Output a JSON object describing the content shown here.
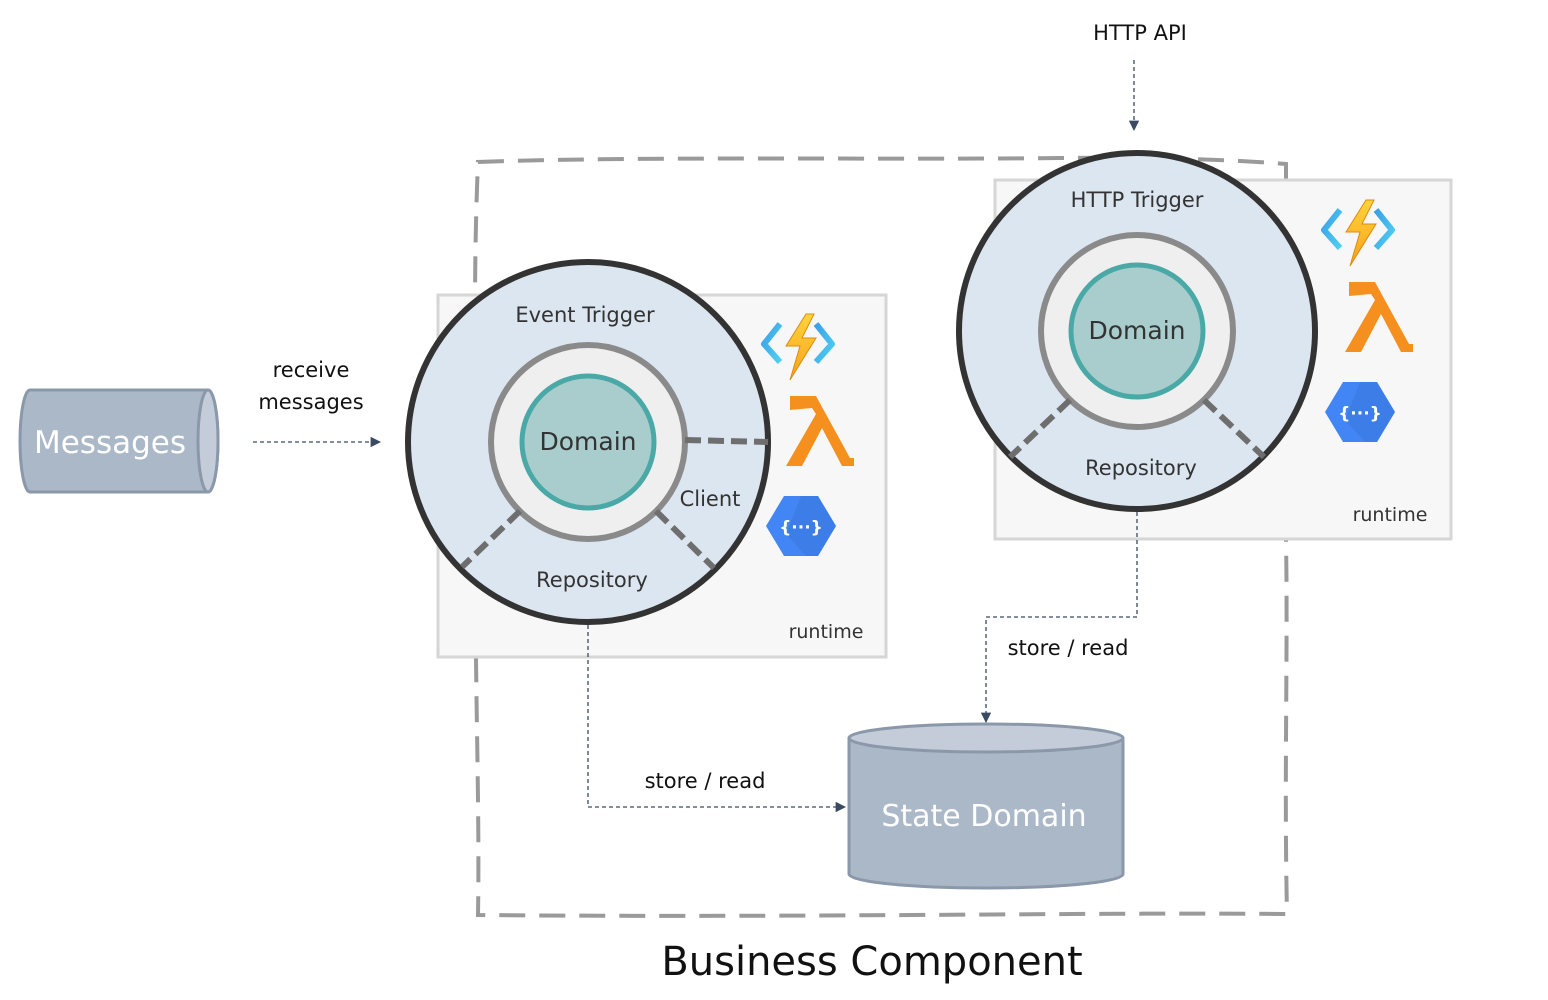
{
  "messages_queue": {
    "label": "Messages"
  },
  "receive_label": {
    "line1": "receive",
    "line2": "messages"
  },
  "http_api_label": "HTTP API",
  "event_component": {
    "trigger_label": "Event Trigger",
    "domain_label": "Domain",
    "client_label": "Client",
    "repository_label": "Repository",
    "runtime_label": "runtime",
    "icons": [
      "azure-functions-icon",
      "aws-lambda-icon",
      "gcp-cloud-functions-icon"
    ]
  },
  "http_component": {
    "trigger_label": "HTTP Trigger",
    "domain_label": "Domain",
    "repository_label": "Repository",
    "runtime_label": "runtime",
    "icons": [
      "azure-functions-icon",
      "aws-lambda-icon",
      "gcp-cloud-functions-icon"
    ]
  },
  "store_read_left": "store / read",
  "store_read_right": "store / read",
  "state_db": {
    "label": "State Domain"
  },
  "boundary_label": "Business Component",
  "colors": {
    "ring_fill": "#dce6f0",
    "domain_fill": "#a8cdcc",
    "domain_stroke": "#4aa9a6",
    "cylinder_fill": "#abb8c8",
    "runtime_fill": "#f7f7f7",
    "lambda_orange": "#f5901e",
    "gcp_blue": "#4285f4"
  }
}
